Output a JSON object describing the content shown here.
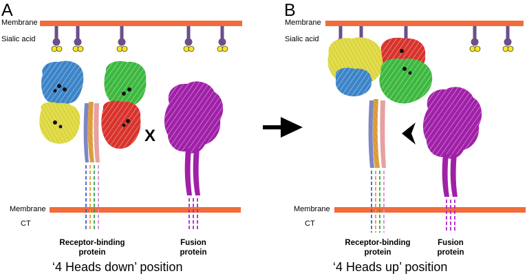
{
  "colors": {
    "membrane": "#F26B3A",
    "sialic_stalk": "#6B4F8A",
    "sialic_sugar": "#F5E52A",
    "head_blue": "#3C84C8",
    "head_yellow": "#E3DD4A",
    "head_green": "#3DB83F",
    "head_red": "#D8332C",
    "stalk_orange": "#E0A040",
    "stalk_pink": "#E8A0A0",
    "stalk_blue": "#7C86C6",
    "fusion_magenta": "#A020A8",
    "dash_blue": "#3a5fd0",
    "dash_orange": "#e89a2a",
    "dash_green": "#2aa84a",
    "dash_pink": "#d98ad0",
    "dash_magenta": "#b020d0"
  },
  "panel_a": {
    "letter": "A",
    "membrane_top_label": "Membrane",
    "sialic_label": "Sialic acid",
    "membrane_bottom_label": "Membrane",
    "ct_label": "CT",
    "receptor_label": "Receptor-binding protein",
    "fusion_label": "Fusion protein",
    "block_mark": "X",
    "caption": "‘4 Heads down’ position"
  },
  "panel_b": {
    "letter": "B",
    "membrane_top_label": "Membrane",
    "sialic_label": "Sialic acid",
    "membrane_bottom_label": "Membrane",
    "ct_label": "CT",
    "receptor_label": "Receptor-binding protein",
    "fusion_label": "Fusion protein",
    "caption": "‘4 Heads up’ position"
  }
}
